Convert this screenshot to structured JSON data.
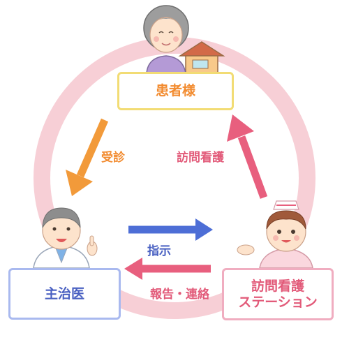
{
  "patient": {
    "label": "患者様"
  },
  "doctor": {
    "label": "主治医"
  },
  "station": {
    "line1": "訪問看護",
    "line2": "ステーション"
  },
  "flows": {
    "consultation": "受診",
    "home_nursing": "訪問看護",
    "instruction": "指示",
    "report_contact": "報告・連絡"
  },
  "colors": {
    "ring": "#f7cfd6",
    "orange_arrow": "#f29a3a",
    "pink_arrow": "#e85f7e",
    "blue_arrow": "#4d6ed6",
    "patient_border": "#f2dc74",
    "doctor_border": "#a9b9ef",
    "station_border": "#f0adc0"
  },
  "icons": [
    "elderly-woman-icon",
    "house-icon",
    "doctor-icon",
    "nurse-icon"
  ]
}
